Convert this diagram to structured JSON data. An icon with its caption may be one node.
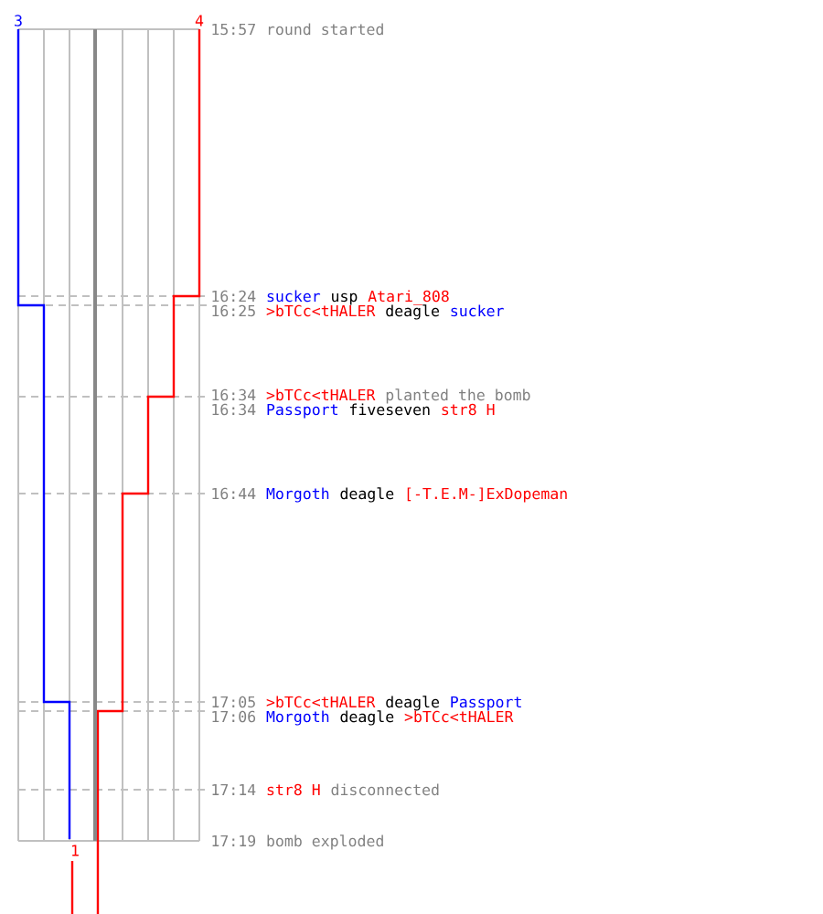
{
  "diagram": {
    "labels": [
      "3",
      "4",
      "15:57",
      "round started",
      "16:24",
      "sucker",
      "usp",
      "Atari_808",
      "16:25",
      ">bTCc<tHALER",
      "deagle",
      "sucker",
      "16:34",
      ">bTCc<tHALER",
      "planted the bomb",
      "16:34",
      "Passport",
      "fiveseven",
      "str8 H",
      "16:44",
      "Morgoth",
      "deagle",
      "[-T.E.M-]ExDopeman",
      "17:05",
      ">bTCc<tHALER",
      "deagle",
      "Passport",
      "17:06",
      "Morgoth",
      "deagle",
      ">bTCc<tHALER",
      "17:14",
      "str8 H",
      "disconnected",
      "17:19",
      "bomb exploded",
      "1"
    ]
  }
}
